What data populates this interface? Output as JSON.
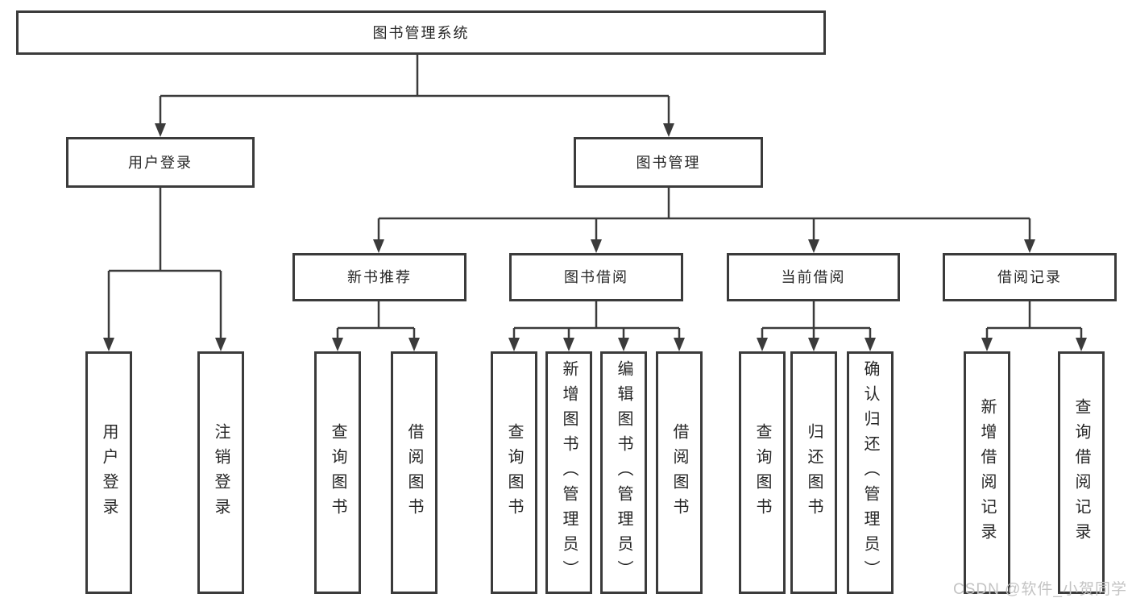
{
  "diagram": {
    "title": "图书管理系统",
    "level2": {
      "user_login": "用户登录",
      "book_mgmt": "图书管理"
    },
    "level3": {
      "new_books": "新书推荐",
      "borrowing": "图书借阅",
      "current": "当前借阅",
      "records": "借阅记录"
    },
    "leaves": {
      "user_login": [
        "用户登录",
        "注销登录"
      ],
      "new_books": [
        "查询图书",
        "借阅图书"
      ],
      "borrowing": [
        "查询图书",
        "新增图书（管理员）",
        "编辑图书（管理员）",
        "借阅图书"
      ],
      "current": [
        "查询图书",
        "归还图书",
        "确认归还（管理员）"
      ],
      "records": [
        "新增借阅记录",
        "查询借阅记录"
      ]
    },
    "colors": {
      "line": "#3b3b3b",
      "box_border": "#3b3b3b",
      "text": "#262626",
      "background": "#ffffff",
      "watermark": "#c3c3c3"
    }
  },
  "watermark": "CSDN @软件_小贺同学"
}
